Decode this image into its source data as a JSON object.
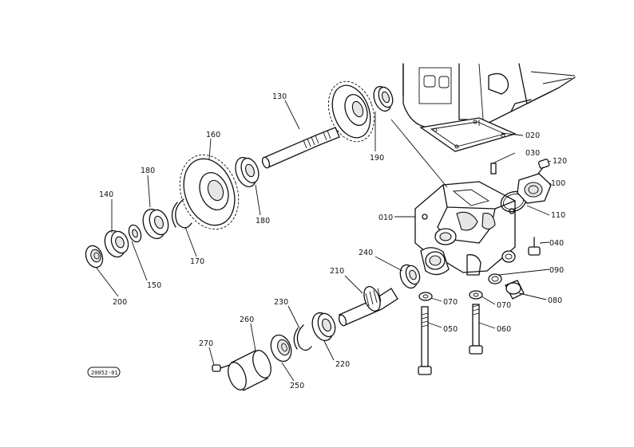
{
  "diagram": {
    "ref_code": "20052-01",
    "callouts": {
      "p010": "010",
      "p020": "020",
      "p030": "030",
      "p040": "040",
      "p050": "050",
      "p060": "060",
      "p070a": "070",
      "p070b": "070",
      "p080": "080",
      "p090": "090",
      "p100": "100",
      "p110": "110",
      "p120": "120",
      "p130": "130",
      "p140": "140",
      "p150": "150",
      "p160": "160",
      "p170": "170",
      "p180a": "180",
      "p180b": "180",
      "p190": "190",
      "p200": "200",
      "p210": "210",
      "p220": "220",
      "p230": "230",
      "p240": "240",
      "p250": "250",
      "p260": "260",
      "p270": "270"
    }
  }
}
